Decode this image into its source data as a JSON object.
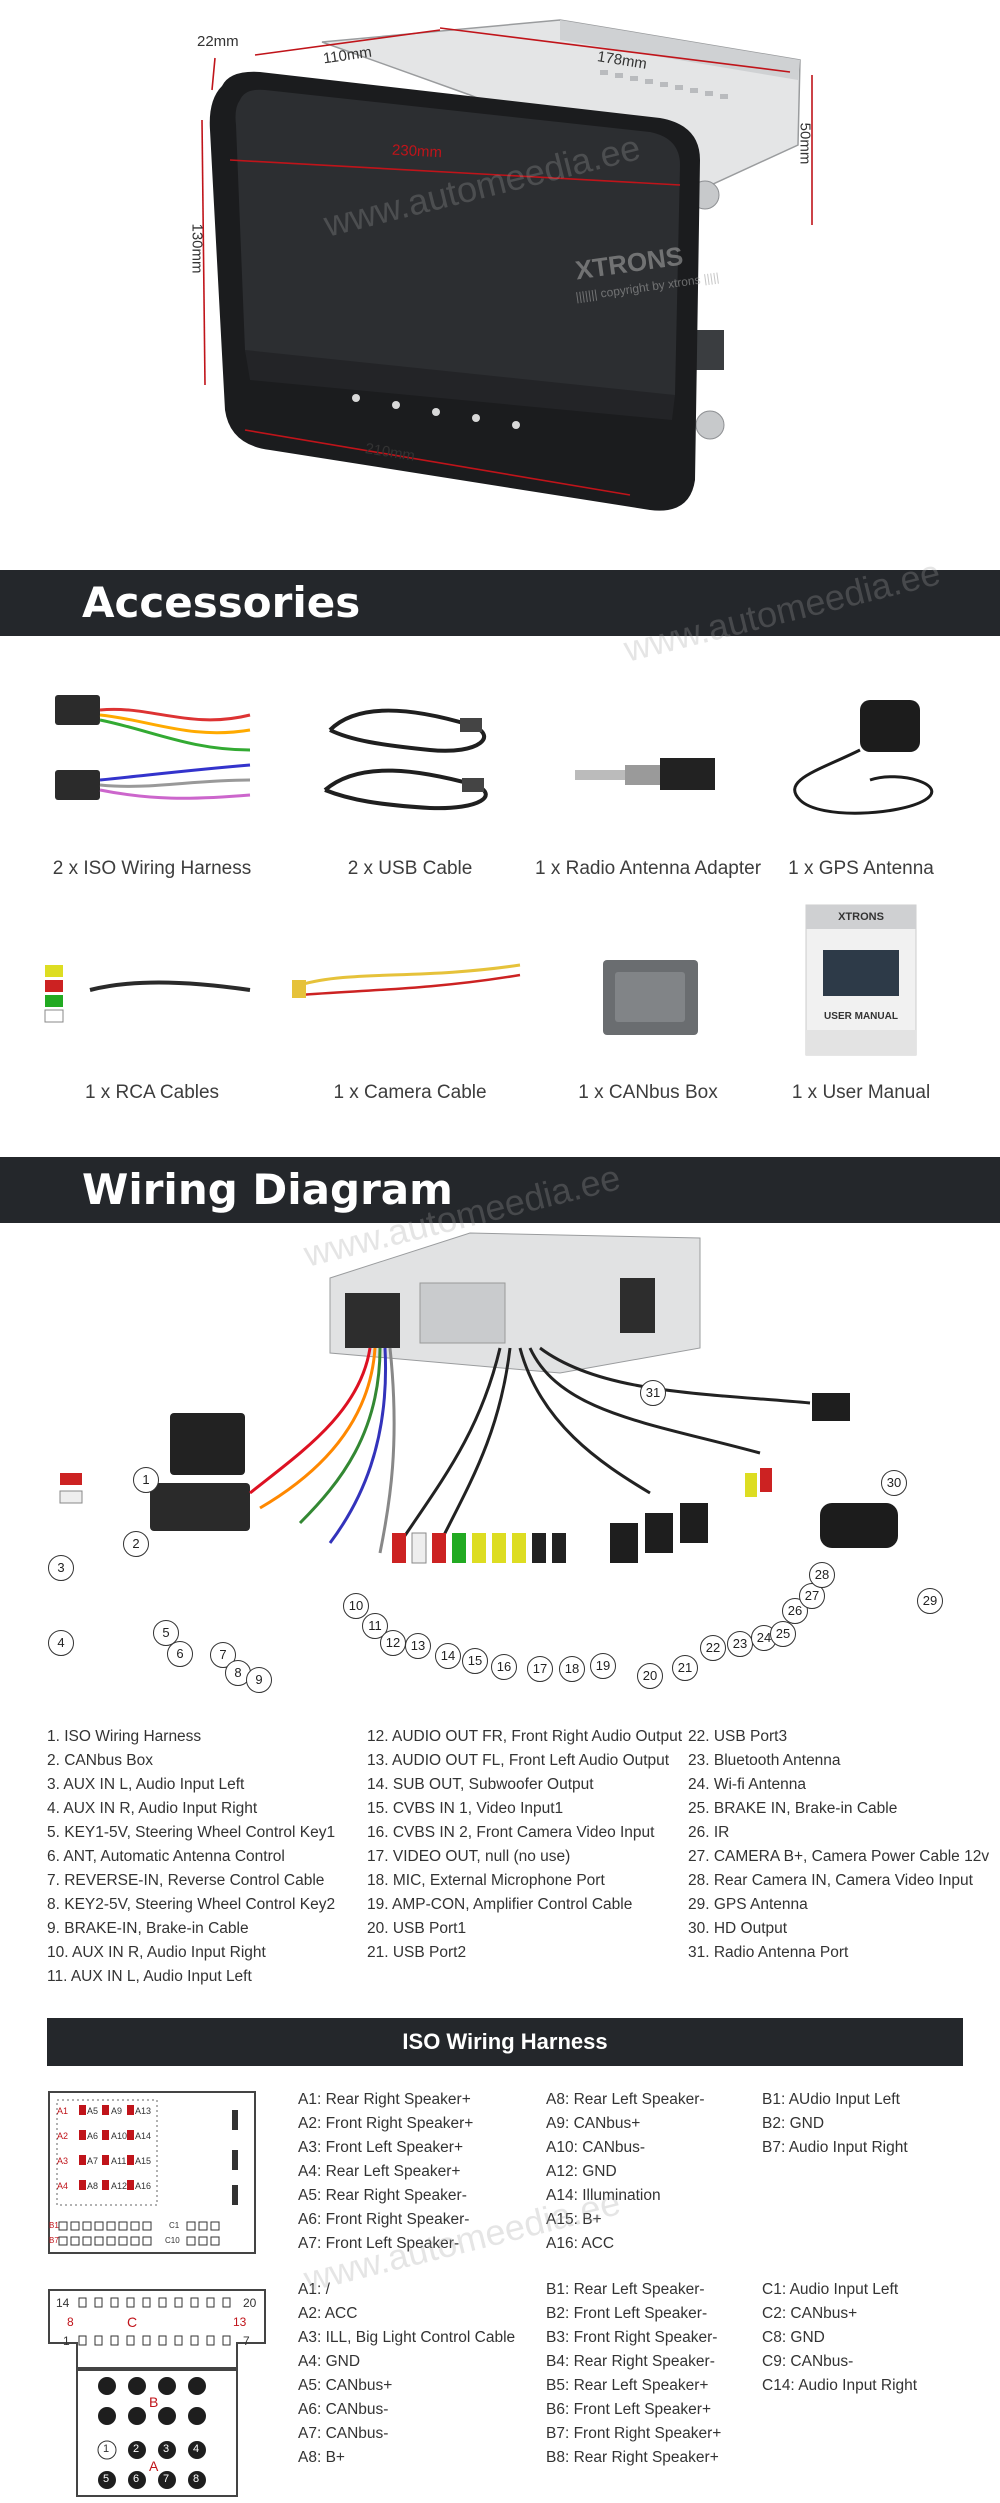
{
  "product": {
    "dimensions": {
      "depth_top": "22mm",
      "width_top_left": "110mm",
      "width_top_right": "178mm",
      "height_right": "50mm",
      "height_left": "130mm",
      "bottom": "210mm",
      "screen_diag": "230mm"
    },
    "brand": "XTRONS",
    "copyright": "||||||| copyright by xtrons |||||"
  },
  "watermark": "www.automeedia.ee",
  "accessories": {
    "title": "Accessories",
    "items": [
      {
        "label": "2 x ISO Wiring Harness"
      },
      {
        "label": "2 x USB Cable"
      },
      {
        "label": "1 x Radio Antenna Adapter"
      },
      {
        "label": "1 x GPS Antenna"
      },
      {
        "label": "1 x RCA Cables"
      },
      {
        "label": "1 x Camera Cable"
      },
      {
        "label": "1 x CANbus Box"
      },
      {
        "label": "1 x User Manual"
      }
    ],
    "manual_cover": {
      "brand": "XTRONS",
      "title": "USER MANUAL"
    }
  },
  "wiring": {
    "title": "Wiring Diagram",
    "legend_col1": [
      "1. ISO Wiring Harness",
      "2. CANbus Box",
      "3. AUX IN L, Audio Input Left",
      "4. AUX IN R, Audio Input Right",
      "5. KEY1-5V, Steering Wheel Control Key1",
      "6. ANT, Automatic Antenna Control",
      "7. REVERSE-IN, Reverse Control Cable",
      "8. KEY2-5V, Steering Wheel Control Key2",
      "9. BRAKE-IN, Brake-in Cable",
      "10. AUX IN R, Audio Input Right",
      "11. AUX IN L, Audio Input Left"
    ],
    "legend_col2": [
      "12. AUDIO OUT FR, Front Right Audio Output",
      "13. AUDIO OUT FL, Front Left Audio Output",
      "14. SUB OUT, Subwoofer Output",
      "15. CVBS IN 1, Video Input1",
      "16. CVBS IN 2, Front Camera Video Input",
      "17. VIDEO OUT, null (no use)",
      "18. MIC, External Microphone Port",
      "19. AMP-CON, Amplifier Control Cable",
      "20. USB Port1",
      "21. USB Port2"
    ],
    "legend_col3": [
      "22. USB Port3",
      "23. Bluetooth Antenna",
      "24. Wi-fi Antenna",
      "25. BRAKE IN, Brake-in Cable",
      "26. IR",
      "27. CAMERA B+, Camera Power Cable 12v",
      "28. Rear Camera IN, Camera Video Input",
      "29. GPS Antenna",
      "30. HD Output",
      "31. Radio Antenna Port"
    ]
  },
  "iso": {
    "title": "ISO Wiring Harness",
    "conn1": {
      "col1": [
        "A1: Rear Right Speaker+",
        "A2: Front Right Speaker+",
        "A3: Front Left Speaker+",
        "A4: Rear Left Speaker+",
        "A5: Rear Right Speaker-",
        "A6: Front Right Speaker-",
        "A7: Front Left Speaker-"
      ],
      "col2": [
        "A8: Rear Left Speaker-",
        "A9: CANbus+",
        "A10: CANbus-",
        "A12: GND",
        "A14: Illumination",
        "A15: B+",
        "A16: ACC"
      ],
      "col3": [
        "B1: AUdio Input Left",
        "B2: GND",
        "B7: Audio Input Right"
      ]
    },
    "conn2": {
      "col1": [
        "A1: /",
        "A2: ACC",
        "A3: ILL, Big Light Control Cable",
        "A4: GND",
        "A5: CANbus+",
        "A6: CANbus-",
        "A7: CANbus-",
        "A8: B+"
      ],
      "col2": [
        "B1: Rear Left Speaker-",
        "B2: Front Left Speaker-",
        "B3: Front Right Speaker-",
        "B4: Rear Right Speaker-",
        "B5: Rear Left Speaker+",
        "B6: Front Left Speaker+",
        "B7: Front Right Speaker+",
        "B8: Rear Right Speaker+"
      ],
      "col3": [
        "C1: Audio Input Left",
        "C2: CANbus+",
        "C8: GND",
        "C9: CANbus-",
        "C14: Audio Input Right"
      ]
    },
    "conn1_pins": [
      "A1",
      "A5",
      "A9",
      "A13",
      "A2",
      "A6",
      "A10",
      "A14",
      "A3",
      "A7",
      "A11",
      "A15",
      "A4",
      "A8",
      "A12",
      "A16",
      "B1",
      "B7",
      "C1",
      "C10"
    ],
    "conn2_pins": [
      "14",
      "20",
      "8",
      "C",
      "13",
      "1",
      "7",
      "B",
      "A",
      "1",
      "2",
      "3",
      "4",
      "5",
      "6",
      "7",
      "8"
    ]
  }
}
